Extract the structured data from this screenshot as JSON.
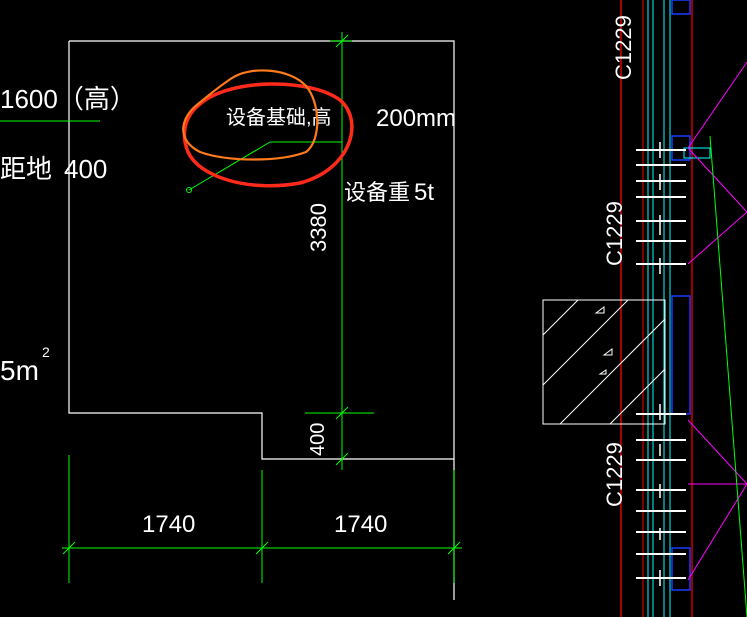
{
  "drawing": {
    "left_partial": {
      "top_label": "1600（高）",
      "mid_label_a": "距地",
      "mid_label_b": "400",
      "area_label": "5m",
      "area_sup": "2"
    },
    "annotation": {
      "foundation_text": "设备基础,高",
      "foundation_height": "200mm",
      "weight_label": "设备重",
      "weight_value": "5t"
    },
    "dimensions": {
      "vertical_main": "3380",
      "vertical_step": "400",
      "bottom_left": "1740",
      "bottom_right": "1740"
    },
    "columns": {
      "labels": [
        "C1229",
        "C1229",
        "C1229"
      ]
    },
    "colors": {
      "background": "#000000",
      "outline": "#ffffff",
      "dimension": "#00ff00",
      "markup_red": "#ff2a1a",
      "markup_orange": "#ff7a1a",
      "column_red": "#ff0000",
      "column_cyan": "#00ffff",
      "column_blue": "#1a3cff",
      "leader_magenta": "#ff00ff"
    }
  }
}
